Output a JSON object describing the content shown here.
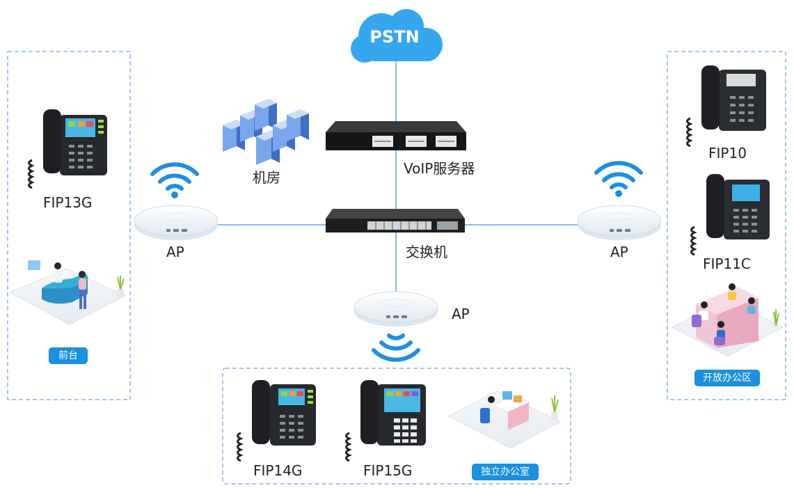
{
  "cloud": {
    "label": "PSTN"
  },
  "devices": {
    "server_room": "机房",
    "voip_server": "VoIP服务器",
    "switch": "交换机",
    "ap_left": "AP",
    "ap_right": "AP",
    "ap_bottom": "AP"
  },
  "zones": {
    "left": {
      "phone": "FIP13G",
      "area": "前台"
    },
    "right": {
      "phone_top": "FIP10",
      "phone_bottom": "FIP11C",
      "area": "开放办公区"
    },
    "bottom": {
      "phone_a": "FIP14G",
      "phone_b": "FIP15G",
      "area": "独立办公室"
    }
  },
  "colors": {
    "line": "#5ba6e6",
    "cloud": "#36a7ef",
    "tag": "#1b8fe0",
    "wifi": "#1e8fe3",
    "dash": "#4a90d9"
  }
}
